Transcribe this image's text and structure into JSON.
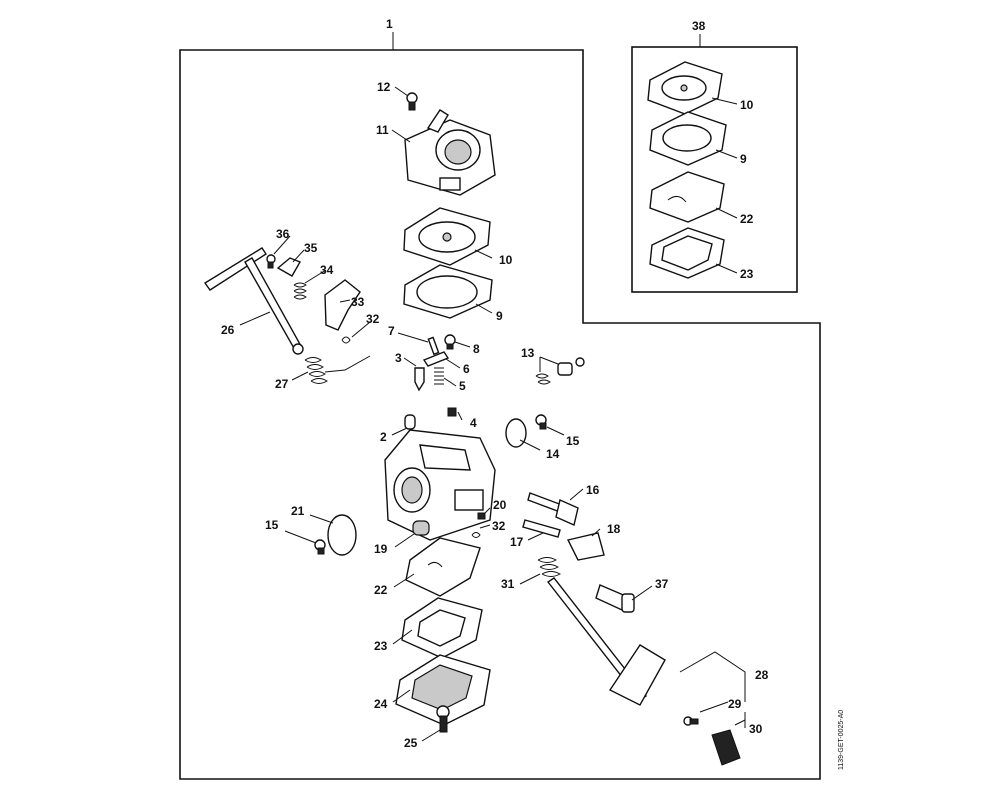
{
  "labels": {
    "p1": "1",
    "p2": "2",
    "p3": "3",
    "p4": "4",
    "p5": "5",
    "p6": "6",
    "p7": "7",
    "p8": "8",
    "p9a": "9",
    "p9b": "9",
    "p10a": "10",
    "p10b": "10",
    "p11": "11",
    "p12": "12",
    "p13": "13",
    "p14": "14",
    "p15a": "15",
    "p15b": "15",
    "p16": "16",
    "p17": "17",
    "p18": "18",
    "p19": "19",
    "p20": "20",
    "p21": "21",
    "p22a": "22",
    "p22b": "22",
    "p23a": "23",
    "p23b": "23",
    "p24": "24",
    "p25": "25",
    "p26": "26",
    "p27": "27",
    "p28": "28",
    "p29": "29",
    "p30": "30",
    "p31": "31",
    "p32a": "32",
    "p32b": "32",
    "p33": "33",
    "p34": "34",
    "p35": "35",
    "p36": "36",
    "p37": "37",
    "p38": "38"
  },
  "doc_code": "1139-GET-0025-A0"
}
